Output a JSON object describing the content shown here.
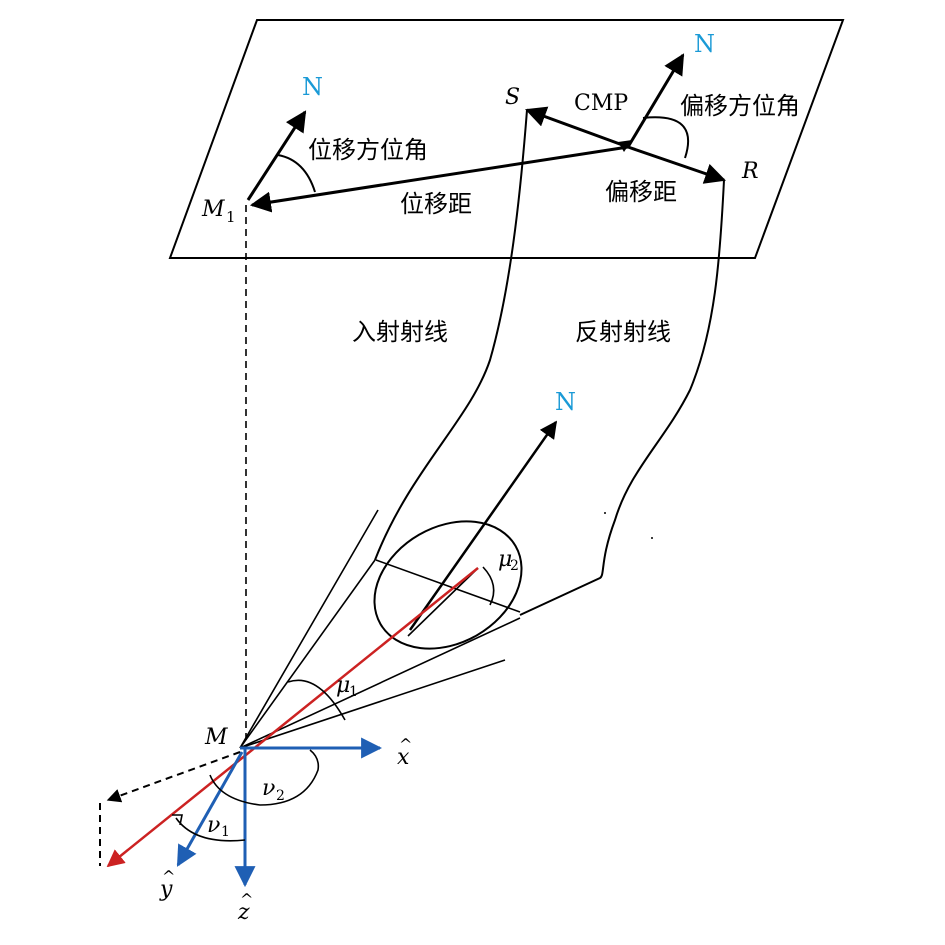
{
  "colors": {
    "north": "#1a9ad6",
    "axis": "#1f5fb4",
    "ray_red": "#cc2222",
    "line": "#000000"
  },
  "labels": {
    "north_m1": "N",
    "north_cmp": "N",
    "north_bottom": "N",
    "s": "S",
    "cmp": "CMP",
    "r": "R",
    "m1_main": "M",
    "m1_sub": "1",
    "m": "M",
    "displacement_azimuth": "位移方位角",
    "displacement_distance": "位移距",
    "offset_azimuth": "偏移方位角",
    "offset_distance": "偏移距",
    "incident_ray": "入射射线",
    "reflected_ray": "反射射线",
    "mu2_main": "μ",
    "mu2_sub": "2",
    "mu1_main": "μ",
    "mu1_sub": "1",
    "nu2_main": "ν",
    "nu2_sub": "2",
    "nu1_main": "ν",
    "nu1_sub": "1",
    "x_hat": "x",
    "y_hat": "y",
    "z_hat": "z",
    "hat": "^"
  }
}
